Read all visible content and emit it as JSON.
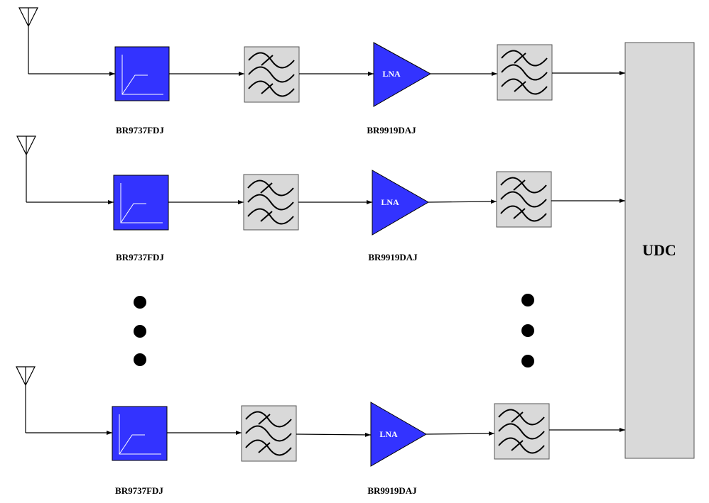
{
  "colors": {
    "limiter_fill": "#3333ff",
    "amplifier_fill": "#3333ff",
    "filter_fill": "#d9d9d9",
    "udc_fill": "#d9d9d9",
    "line": "#000000"
  },
  "udc": {
    "label": "UDC"
  },
  "chains": [
    {
      "limiter_label": "BR9737FDJ",
      "amplifier_text": "LNA",
      "amplifier_label": "BR9919DAJ"
    },
    {
      "limiter_label": "BR9737FDJ",
      "amplifier_text": "LNA",
      "amplifier_label": "BR9919DAJ"
    },
    {
      "limiter_label": "BR9737FDJ",
      "amplifier_text": "LNA",
      "amplifier_label": "BR9919DAJ"
    }
  ]
}
